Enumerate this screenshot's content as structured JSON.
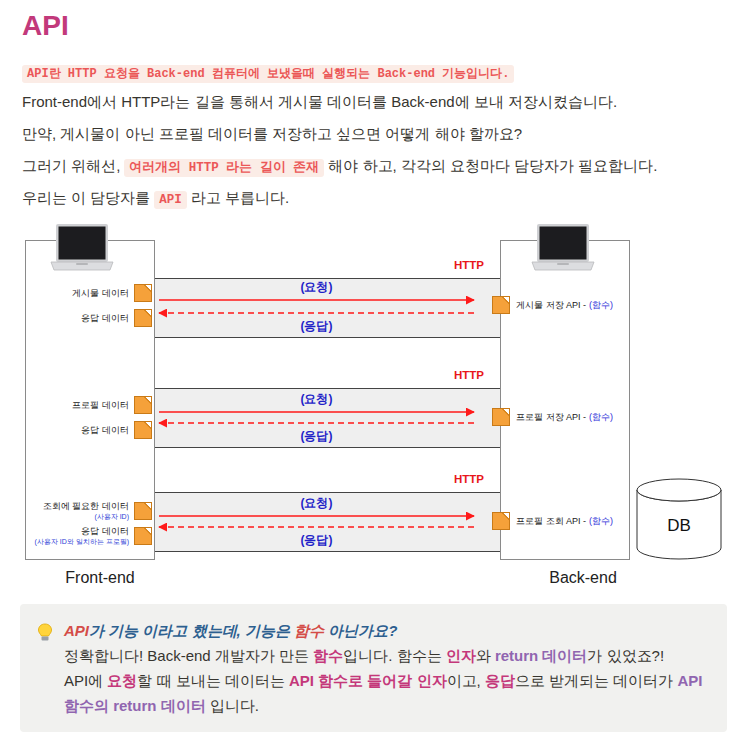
{
  "diagram": {
    "title": "API",
    "nodes": [
      {
        "text": [
          "Front-end"
        ]
      },
      {
        "text": [
          "Back-end"
        ]
      },
      {
        "text": [
          "HTTP"
        ]
      },
      {
        "text": [
          "게시물 데이터"
        ],
        "in": 0
      },
      {
        "text": [
          "응답 데이터"
        ],
        "in": 0
      },
      {
        "text": [
          "게시물 저장 API -",
          "(함수)"
        ],
        "in": 1
      },
      {
        "text": [
          "HTTP"
        ]
      },
      {
        "text": [
          "프로필 데이터"
        ],
        "in": 0
      },
      {
        "text": [
          "응답 데이터"
        ],
        "in": 0
      },
      {
        "text": [
          "프로필 저장 API -",
          "(함수)"
        ],
        "in": 1
      },
      {
        "text": [
          "HTTP"
        ]
      },
      {
        "text": [
          "조회에 필요한 데이터",
          "(사용자 ID)"
        ],
        "in": 0
      },
      {
        "text": [
          "응답 데이터",
          "(사용자 ID와 일치하는 프로필)"
        ],
        "in": 0
      },
      {
        "text": [
          "프로필 조회 API -",
          "(함수)"
        ],
        "in": 1
      },
      {
        "text": [
          "DB"
        ]
      },
      {
        "text": [
          "API",
          "가 기능 이라고 했는데, 기능은 ",
          "함수",
          " 아닌가요?",
          "정확합니다! Back-end 개발자가 만든 ",
          "함수",
          "입니다. 함수는 ",
          "인자",
          "와 ",
          "return 데이터",
          "가 있었죠?!",
          "API에 ",
          "요청",
          "할 때 보내는 데이터는 ",
          "API 함수로 들어갈 인자",
          "이고, ",
          "응답",
          "으로 받게되는 데이터가 ",
          "API 함수의 return 데이터",
          " 입니다."
        ]
      }
    ],
    "edges": [
      {
        "from": 3,
        "to": 5,
        "label": "(요청)",
        "arrow": "to"
      },
      {
        "from": 5,
        "to": 4,
        "label": "(응답)",
        "arrow": "to"
      },
      {
        "from": 7,
        "to": 9,
        "label": "(요청)",
        "arrow": "to"
      },
      {
        "from": 9,
        "to": 8,
        "label": "(응답)",
        "arrow": "to"
      },
      {
        "from": 11,
        "to": 13,
        "label": "(요청)",
        "arrow": "to"
      },
      {
        "from": 13,
        "to": 12,
        "label": "(응답)",
        "arrow": "to"
      }
    ],
    "labels": [
      "API란 HTTP 요청을 Back-end 컴퓨터에 보냈을때 실행되는 Back-end 기능입니다.",
      "Front-end에서 HTTP라는 길을 통해서 게시물 데이터를 Back-end에 보내 저장시켰습니다.",
      "만약, 게시물이 아닌 프로필 데이터를 저장하고 싶으면 어떻게 해야 할까요?",
      "그러기 위해선,",
      "여러개의 HTTP 라는 길이 존재",
      "해야 하고, 각각의 요청마다 담당자가 필요합니다.",
      "우리는 이 담당자를",
      "API",
      "라고 부릅니다."
    ]
  }
}
